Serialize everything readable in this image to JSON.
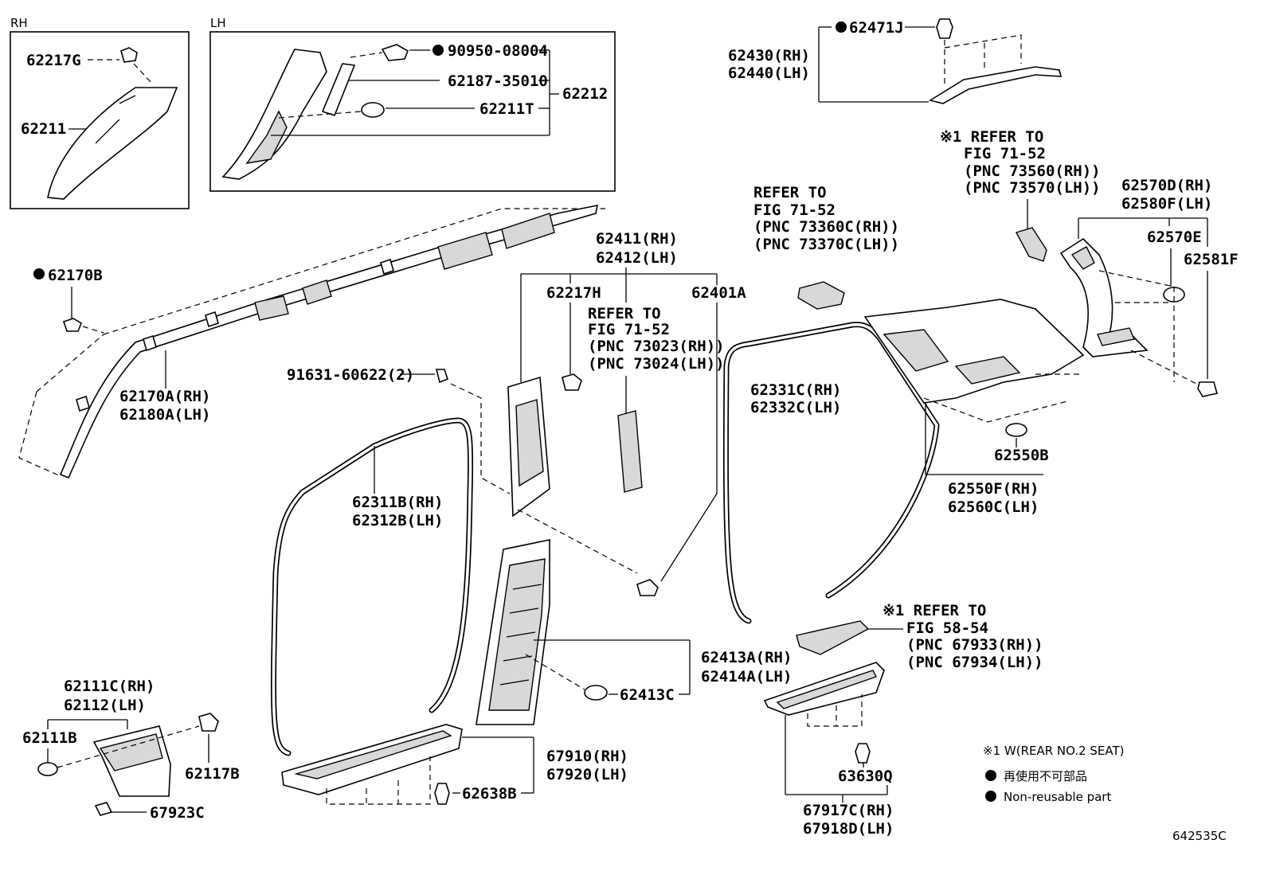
{
  "inset_rh": {
    "title": "RH",
    "parts": [
      "62217G",
      "62211"
    ]
  },
  "inset_lh": {
    "title": "LH",
    "parts": [
      "90950-08004",
      "62187-35010",
      "62211T",
      "62212"
    ]
  },
  "labels": {
    "p62170B": "62170B",
    "p62170A": "62170A(RH)",
    "p62180A": "62180A(LH)",
    "p62411": "62411(RH)",
    "p62412": "62412(LH)",
    "p62217H": "62217H",
    "p62401A": "62401A",
    "ref1_a": "REFER TO",
    "ref1_b": "FIG 71-52",
    "ref1_c": "(PNC 73023(RH))",
    "ref1_d": "(PNC 73024(LH))",
    "p91631": "91631-60622(2)",
    "p62311B": "62311B(RH)",
    "p62312B": "62312B(LH)",
    "p62413A": "62413A(RH)",
    "p62414A": "62414A(LH)",
    "p62413C": "62413C",
    "p62111C": "62111C(RH)",
    "p62112": "62112(LH)",
    "p62111B": "62111B",
    "p62117B": "62117B",
    "p67923C": "67923C",
    "p67910": "67910(RH)",
    "p67920": "67920(LH)",
    "p62638B": "62638B",
    "p62471J": "62471J",
    "p62430": "62430(RH)",
    "p62440": "62440(LH)",
    "ref2_a": "REFER TO",
    "ref2_b": "FIG 71-52",
    "ref2_c": "(PNC 73360C(RH))",
    "ref2_d": "(PNC 73370C(LH))",
    "ref3_a": "※1 REFER TO",
    "ref3_b": "FIG 71-52",
    "ref3_c": "(PNC 73560(RH))",
    "ref3_d": "(PNC 73570(LH))",
    "p62570D": "62570D(RH)",
    "p62580F": "62580F(LH)",
    "p62570E": "62570E",
    "p62581F": "62581F",
    "p62331C": "62331C(RH)",
    "p62332C": "62332C(LH)",
    "p62550B": "62550B",
    "p62550F": "62550F(RH)",
    "p62560C": "62560C(LH)",
    "ref4_a": "※1 REFER TO",
    "ref4_b": "FIG 58-54",
    "ref4_c": "(PNC 67933(RH))",
    "ref4_d": "(PNC 67934(LH))",
    "p63630Q": "63630Q",
    "p67917C": "67917C(RH)",
    "p67918D": "67918D(LH)"
  },
  "legend": {
    "note": "※1  W(REAR NO.2 SEAT)",
    "jp": "再使用不可部品",
    "en": "Non-reusable part"
  },
  "figure_code": "642535C"
}
